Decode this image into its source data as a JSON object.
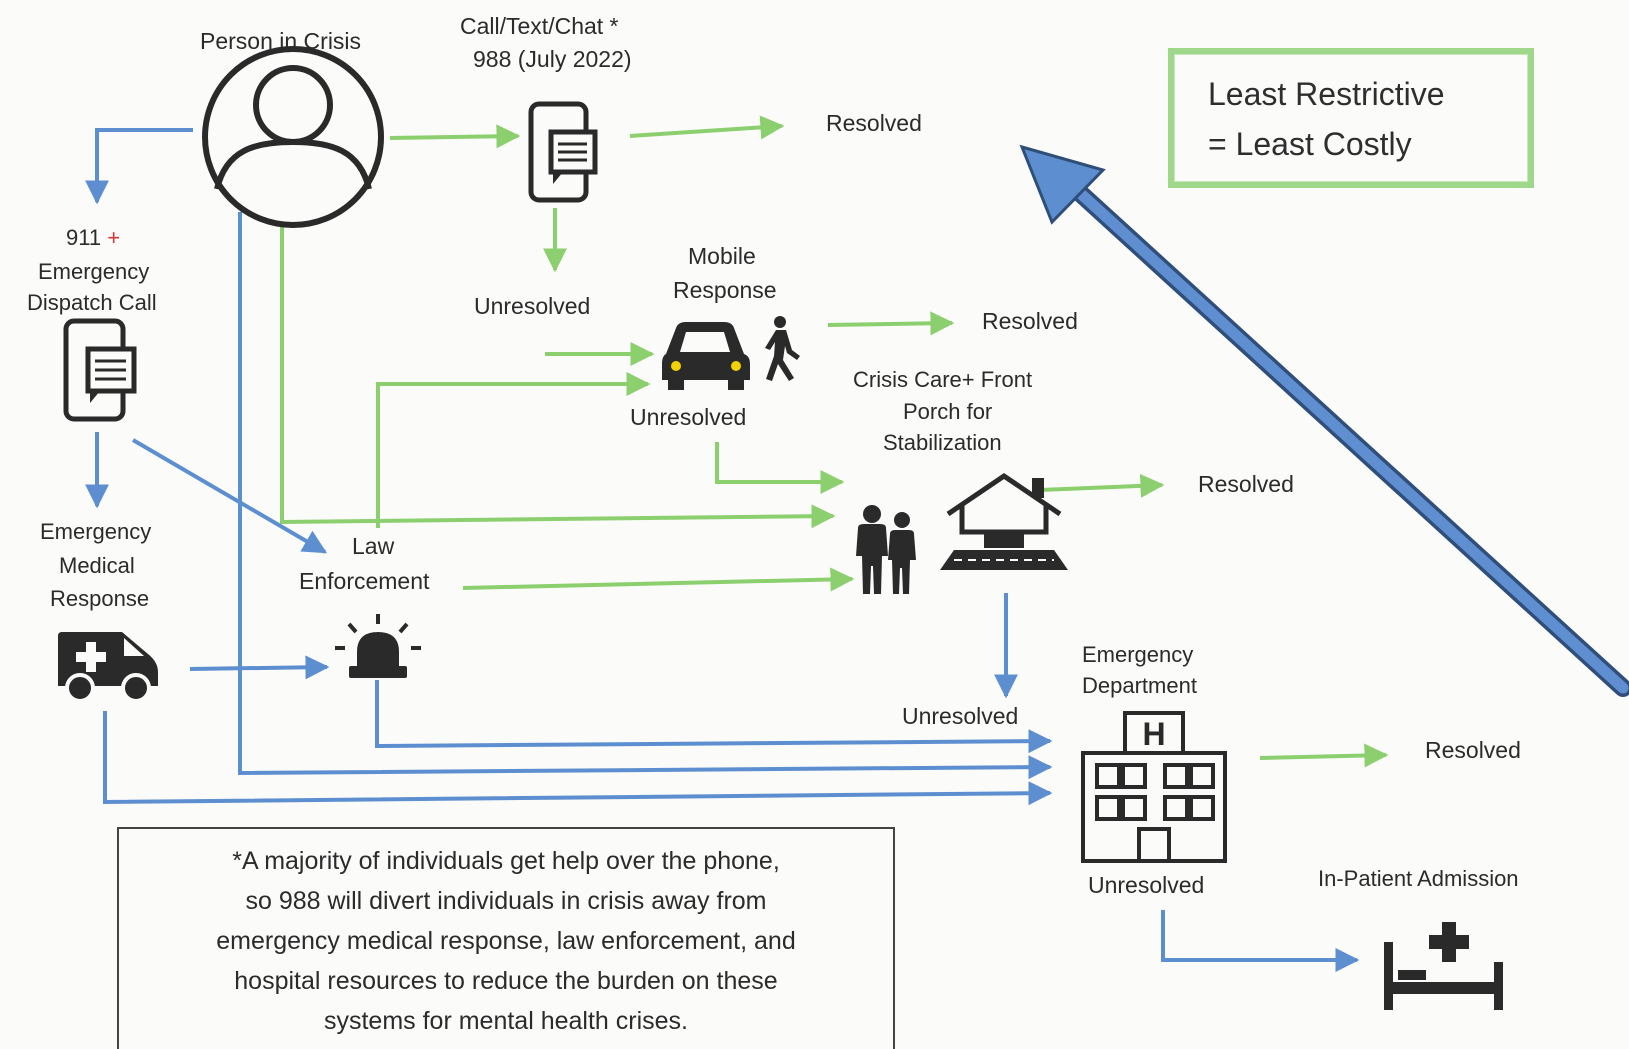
{
  "nodes": {
    "person": "Person in Crisis",
    "call988_line1": "Call/Text/Chat *",
    "call988_line2": "988 (July 2022)",
    "resolved_top": "Resolved",
    "unresolved_1": "Unresolved",
    "mobile_line1": "Mobile",
    "mobile_line2": "Response",
    "resolved_mobile": "Resolved",
    "unresolved_2": "Unresolved",
    "crisis_line1": "Crisis Care+ Front",
    "crisis_line2": "Porch for",
    "crisis_line3": "Stabilization",
    "resolved_crisis": "Resolved",
    "dispatch_911": "911",
    "dispatch_plus": "+",
    "dispatch_line2": "Emergency",
    "dispatch_line3": "Dispatch Call",
    "ems_line1": "Emergency",
    "ems_line2": "Medical",
    "ems_line3": "Response",
    "law_line1": "Law",
    "law_line2": "Enforcement",
    "unresolved_3": "Unresolved",
    "ed_line1": "Emergency",
    "ed_line2": "Department",
    "resolved_ed": "Resolved",
    "unresolved_4": "Unresolved",
    "inpatient": "In-Patient Admission"
  },
  "callout": {
    "line1": "Least Restrictive",
    "line2": "= Least Costly"
  },
  "footnote": {
    "line1": "*A majority of individuals get help over the phone,",
    "line2": "so 988 will divert individuals in crisis away from",
    "line3": "emergency medical response, law enforcement, and",
    "line4": "hospital resources to reduce the burden on these",
    "line5": "systems for mental health crises."
  },
  "colors": {
    "green_path": "#8ccf6e",
    "blue_path": "#5d8fd0",
    "big_arrow": "#4d7fc4",
    "callout_border": "#9fd88a",
    "icon_dark": "#2a2a2a",
    "plus_red": "#d33a3a"
  },
  "icons": {
    "person": "person-circle-icon",
    "phone988": "phone-chat-icon",
    "phone911": "phone-chat-icon",
    "car": "car-icon",
    "walker": "walking-person-icon",
    "family": "people-icon",
    "house": "house-porch-icon",
    "ambulance": "ambulance-icon",
    "siren": "siren-icon",
    "hospital": "hospital-icon",
    "bed": "hospital-bed-icon"
  }
}
